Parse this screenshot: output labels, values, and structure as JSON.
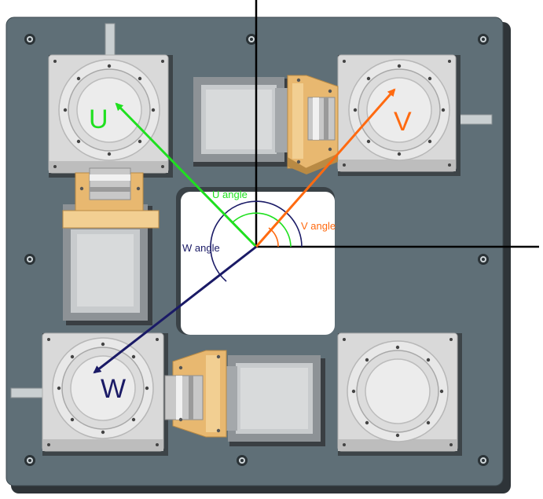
{
  "labels": {
    "u": "U",
    "v": "V",
    "w": "W",
    "u_angle": "U angle",
    "v_angle": "V angle",
    "w_angle": "W angle"
  },
  "colors": {
    "plate": "#5f6f77",
    "plate_shadow": "#2e3438",
    "u": "#1fe01f",
    "v": "#ff6a10",
    "w": "#1a1a66",
    "housing": "#d7d7d7",
    "coupling": "#e8b870",
    "axis": "#000000"
  }
}
